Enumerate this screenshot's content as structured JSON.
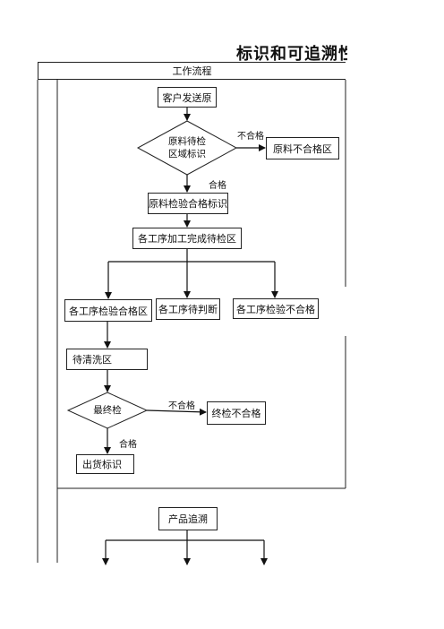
{
  "title": "标识和可追溯性管",
  "header": {
    "workflow": "工作流程"
  },
  "flow": {
    "customer_delivery": "客户发送原",
    "raw_check_line1": "原料待检",
    "raw_check_line2": "区域标识",
    "raw_reject": "原料不合格区",
    "raw_pass_mark": "原料检验合格标识",
    "process_done_zone": "各工序加工完成待检区",
    "process_pass_zone": "各工序检验合格区",
    "process_pending": "各工序待判断",
    "process_reject": "各工序检验不合格",
    "to_clean_zone": "待清洗区",
    "final_check": "最终检",
    "final_reject": "终检不合格",
    "shipping_mark": "出货标识",
    "label_fail_1": "不合格",
    "label_pass_1": "合格",
    "label_fail_2": "不合格",
    "label_pass_2": "合格"
  },
  "trace": {
    "product_trace": "产品追溯"
  }
}
